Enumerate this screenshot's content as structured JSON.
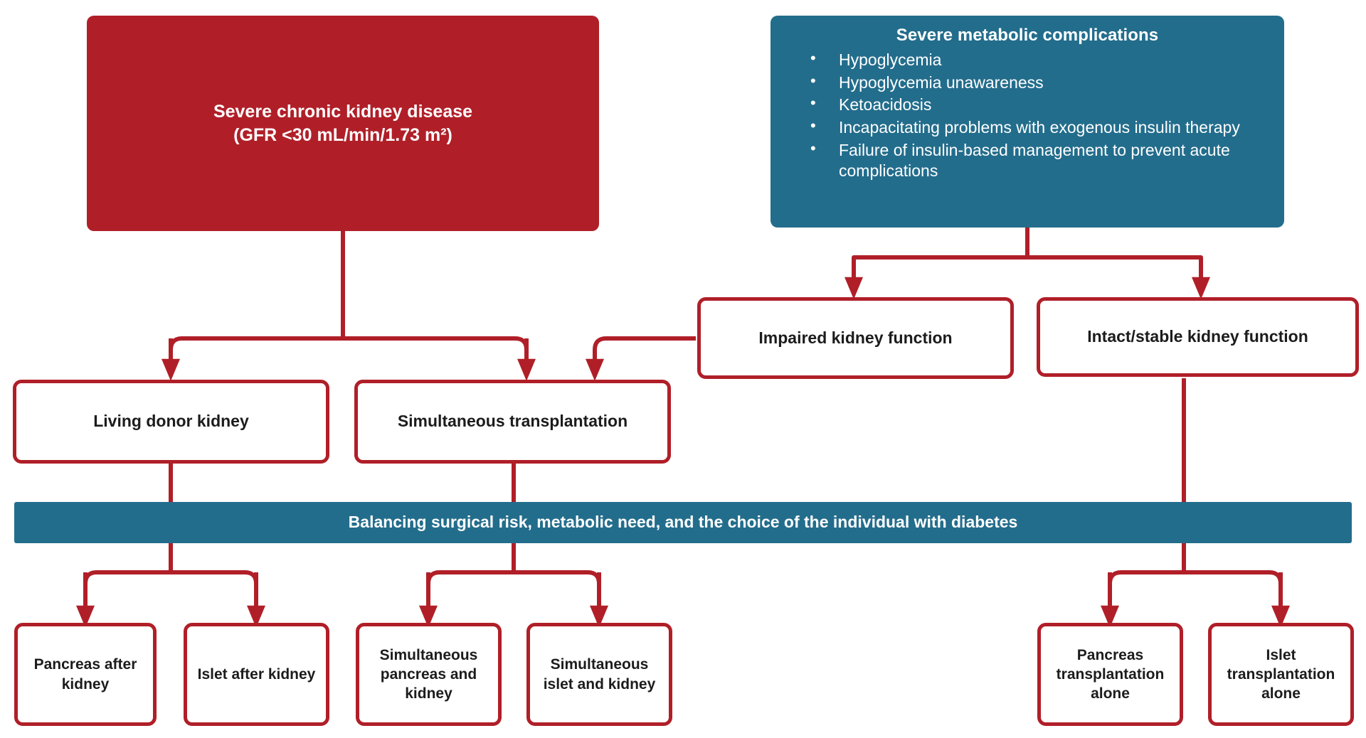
{
  "diagram": {
    "title_hidden": "",
    "colors": {
      "red": "#b01f28",
      "blue": "#236d8c",
      "white": "#ffffff",
      "text_dark": "#1c1c1c"
    },
    "nodes": {
      "ckd": {
        "line1": "Severe chronic kidney disease",
        "line2": "(GFR <30 mL/min/1.73 m²)"
      },
      "metabolic": {
        "title": "Severe metabolic complications",
        "bullets": [
          "Hypoglycemia",
          "Hypoglycemia unawareness",
          "Ketoacidosis",
          "Incapacitating problems with exogenous insulin therapy",
          "Failure of insulin-based management to prevent acute complications"
        ]
      },
      "impaired_kidney": "Impaired kidney function",
      "intact_kidney": "Intact/stable kidney function",
      "living_donor": "Living donor kidney",
      "simultaneous_transplantation": "Simultaneous transplantation",
      "banner": "Balancing surgical risk, metabolic need, and the choice of the individual with diabetes",
      "pancreas_after_kidney": "Pancreas after kidney",
      "islet_after_kidney": "Islet after kidney",
      "simultaneous_pancreas_kidney": "Simultaneous pancreas and kidney",
      "simultaneous_islet_kidney": "Simultaneous islet and kidney",
      "pancreas_alone": "Pancreas transplantation alone",
      "islet_alone": "Islet transplantation alone"
    }
  }
}
